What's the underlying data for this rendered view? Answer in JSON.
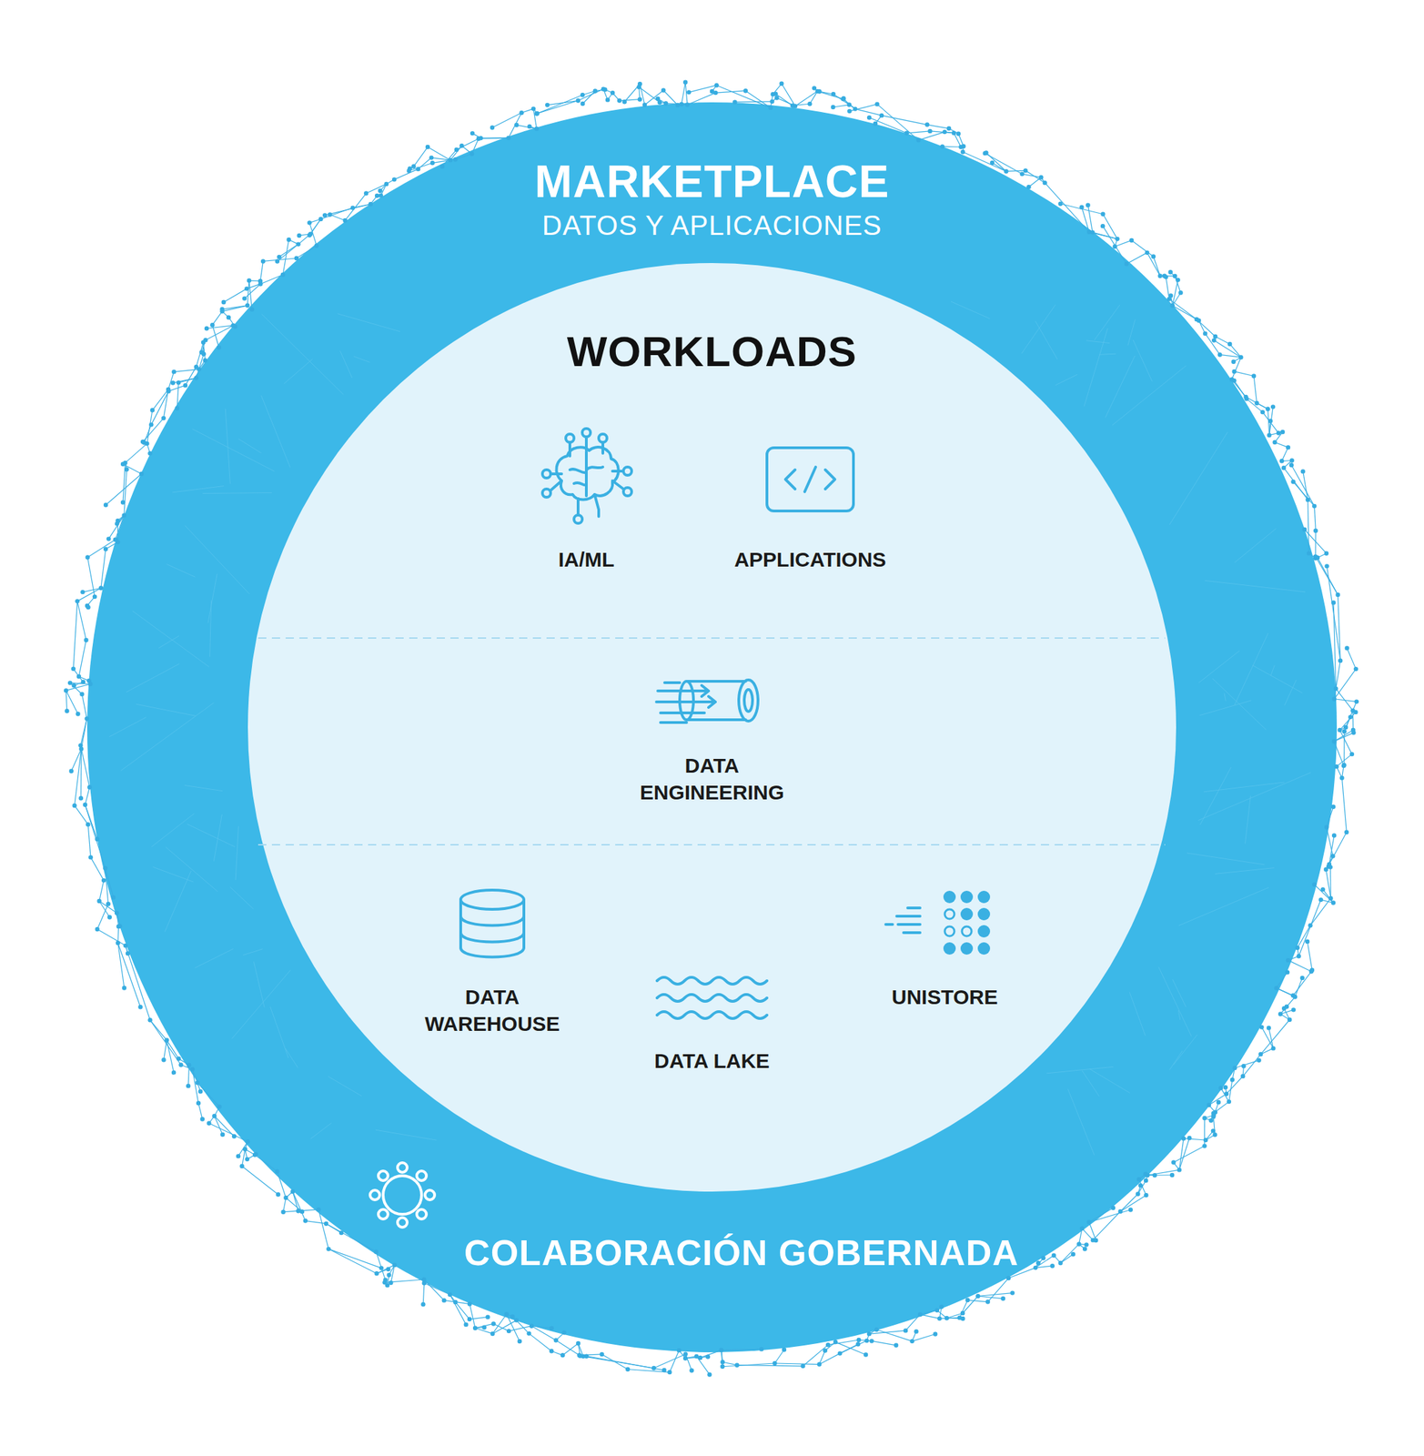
{
  "diagram": {
    "nodes": [
      {
        "text": [
          "MARKETPLACE",
          "DATOS Y APLICACIONES",
          "COLABORACIÓN GOBERNADA"
        ]
      },
      {
        "text": [
          "WORKLOADS"
        ],
        "in": 0
      },
      {
        "text": [
          "IA/ML"
        ],
        "in": 1
      },
      {
        "text": [
          "APPLICATIONS"
        ],
        "in": 1
      },
      {
        "text": [
          "DATA ENGINEERING"
        ],
        "in": 1
      },
      {
        "text": [
          "DATA WAREHOUSE"
        ],
        "in": 1
      },
      {
        "text": [
          "UNISTORE"
        ],
        "in": 1
      },
      {
        "text": [
          "DATA LAKE"
        ],
        "in": 1
      }
    ]
  }
}
